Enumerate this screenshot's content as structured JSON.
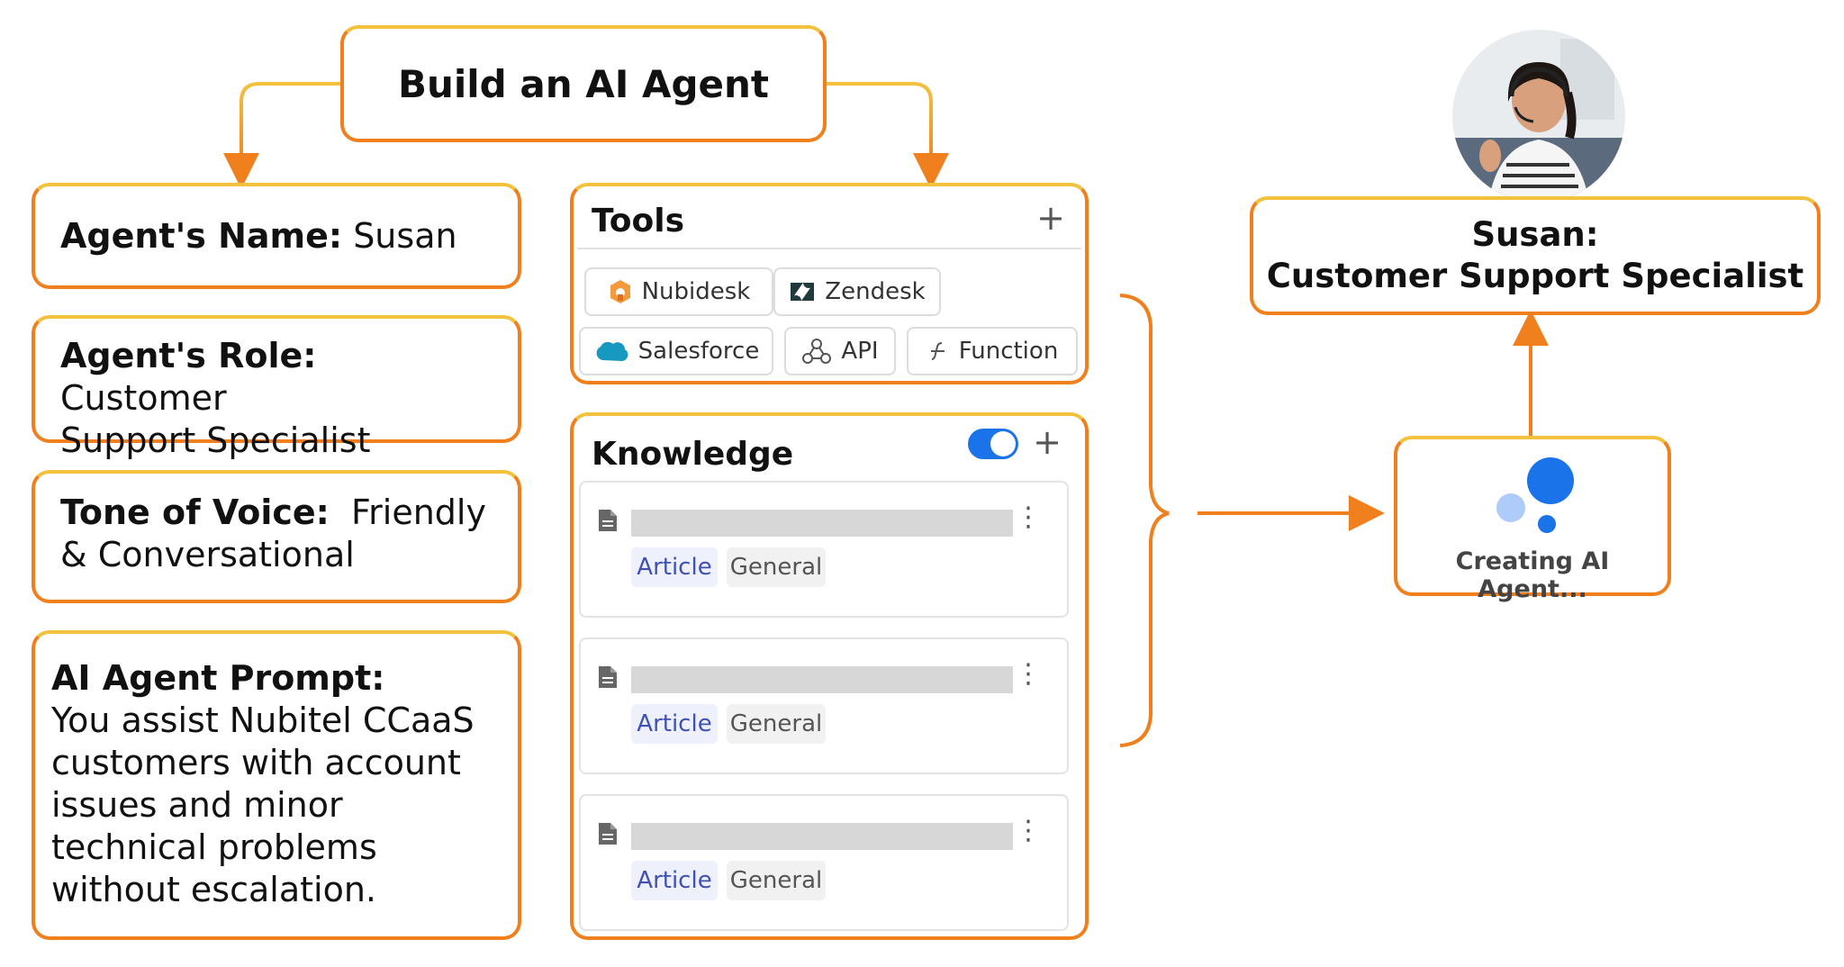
{
  "title": "Build an AI Agent",
  "agent_name": {
    "label": "Agent's Name:",
    "value": "Susan"
  },
  "agent_role": {
    "label": "Agent's Role:",
    "value_line1": "Customer",
    "value_line2": "Support Specialist"
  },
  "tone": {
    "label": "Tone of Voice:",
    "value_line1": "Friendly",
    "value_line2": "& Conversational"
  },
  "prompt": {
    "label": "AI Agent Prompt:",
    "lines": [
      "You assist Nubitel CCaaS",
      "customers with account",
      "issues and minor",
      "technical problems",
      "without escalation."
    ]
  },
  "tools": {
    "header": "Tools",
    "items": [
      "Nubidesk",
      "Zendesk",
      "Salesforce",
      "API",
      "Function"
    ]
  },
  "knowledge": {
    "header": "Knowledge",
    "toggle_on": true,
    "cards": [
      {
        "tag1": "Article",
        "tag2": "General"
      },
      {
        "tag1": "Article",
        "tag2": "General"
      },
      {
        "tag1": "Article",
        "tag2": "General"
      }
    ]
  },
  "creating_label": "Creating AI Agent...",
  "result": {
    "line1": "Susan:",
    "line2": "Customer Support Specialist"
  },
  "colors": {
    "accent_orange": "#f07f1e",
    "accent_yellow": "#f2c23f",
    "blue": "#1a73e8",
    "light_blue": "#aecbfa"
  }
}
